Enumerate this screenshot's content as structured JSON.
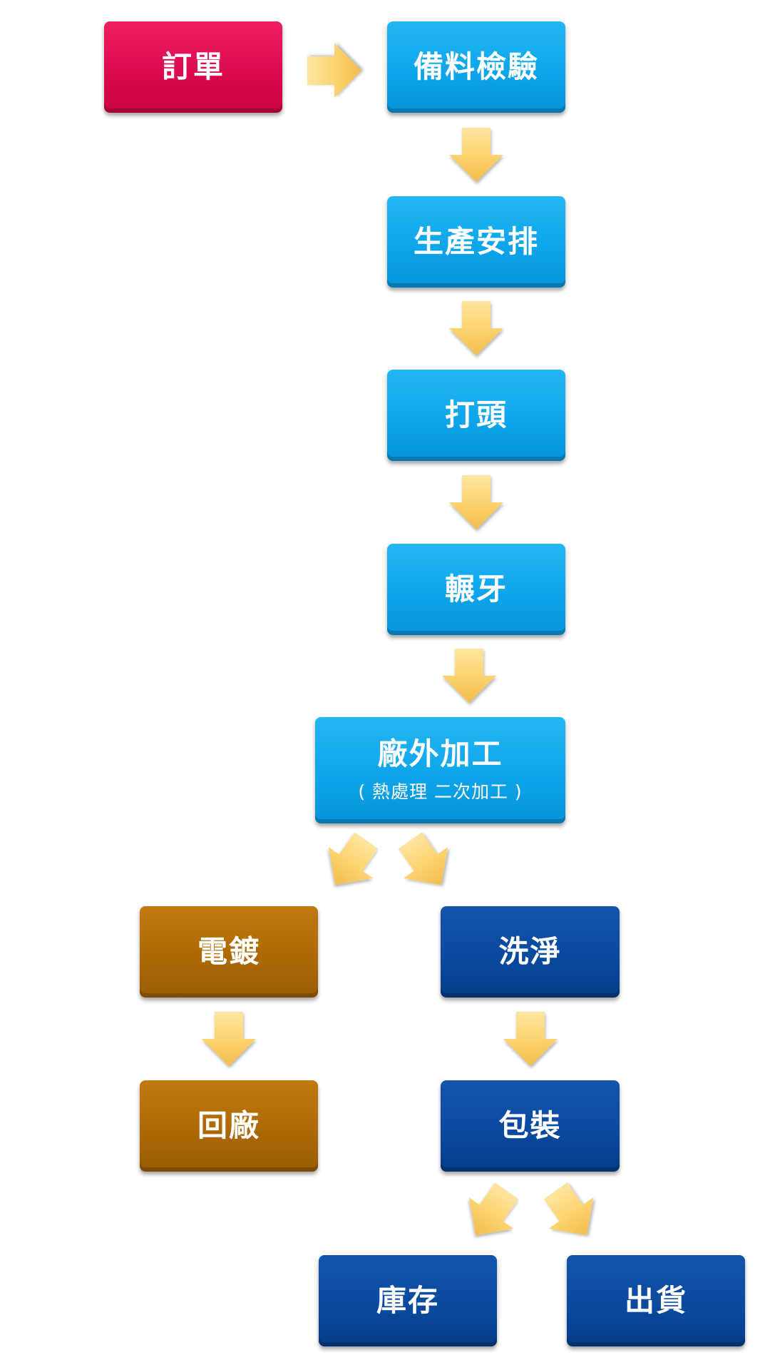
{
  "boxes": {
    "order": "訂單",
    "material_inspection": "備料檢驗",
    "production_scheduling": "生產安排",
    "heading": "打頭",
    "thread_rolling": "輾牙",
    "outsourced_processing": "廠外加工",
    "outsourced_processing_note": "( 熱處理 二次加工 )",
    "electroplating": "電鍍",
    "return_to_factory": "回廠",
    "cleaning": "洗淨",
    "packaging": "包裝",
    "inventory": "庫存",
    "shipping": "出貨"
  },
  "colors": {
    "order": "#dc0a4e",
    "process": "#0ea5ea",
    "plating_branch": "#ad6906",
    "finishing_branch": "#0a4a9f",
    "arrow": "#fcd873"
  }
}
